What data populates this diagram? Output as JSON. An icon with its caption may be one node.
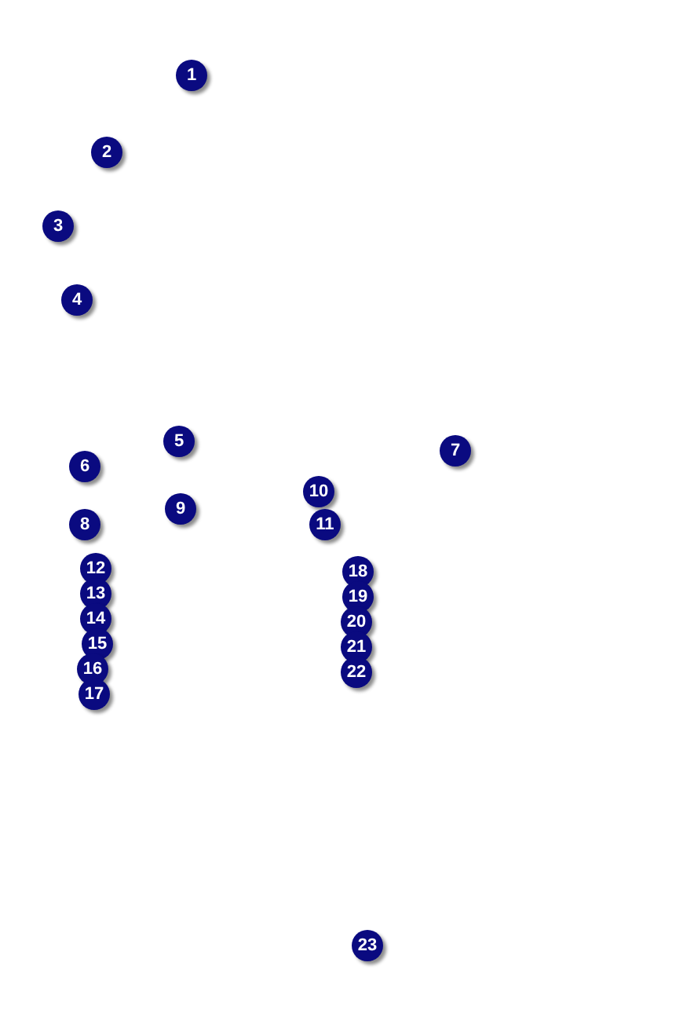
{
  "diagram": {
    "labels": [
      "1",
      "2",
      "3",
      "4",
      "5",
      "6",
      "7",
      "8",
      "9",
      "10",
      "11",
      "12",
      "13",
      "14",
      "15",
      "16",
      "17",
      "18",
      "19",
      "20",
      "21",
      "22",
      "23"
    ]
  }
}
